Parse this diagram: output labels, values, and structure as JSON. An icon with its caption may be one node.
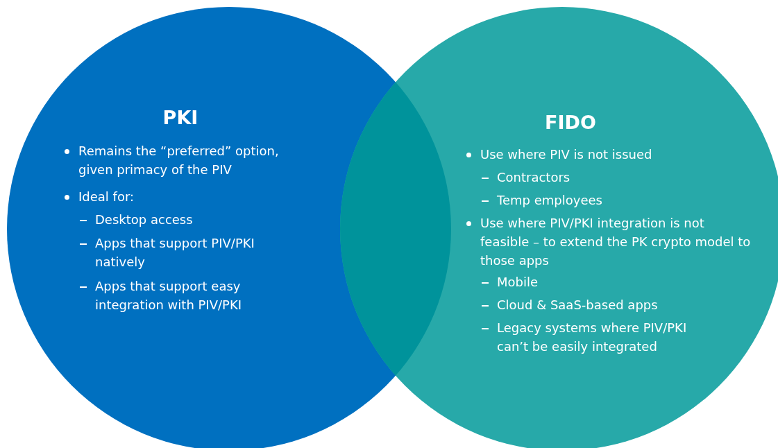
{
  "diagram": {
    "nodes": [
      {
        "text": [
          "PKI",
          "Remains the “preferred” option, given primacy of the PIV",
          "Ideal for:",
          "Desktop access",
          "Apps that support PIV/PKI natively",
          "Apps that support easy integration with PIV/PKI"
        ]
      },
      {
        "text": [
          "FIDO",
          "Use where PIV is not issued",
          "Contractors",
          "Temp employees",
          "Use where PIV/PKI integration is not feasible – to extend the PK crypto model to those apps",
          "Mobile",
          "Cloud & SaaS-based apps",
          "Legacy systems where PIV/PKI can’t be easily integrated"
        ]
      }
    ],
    "edges": []
  }
}
